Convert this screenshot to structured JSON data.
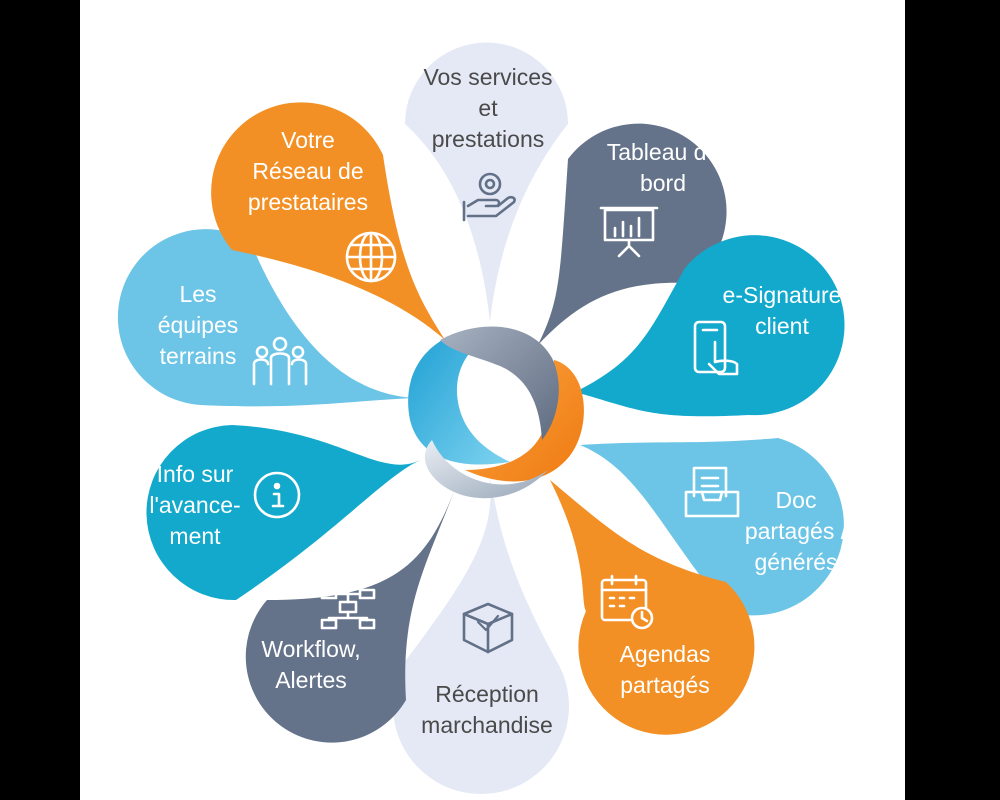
{
  "petals": [
    {
      "id": "services",
      "label": "Vos services\net\nprestations",
      "icon": "hand-service-icon",
      "color": "#e4e9f5",
      "text_color": "#4a4a4a"
    },
    {
      "id": "tableau",
      "label": "Tableau de\nbord",
      "icon": "presentation-chart-icon",
      "color": "#65738a",
      "text_color": "#ffffff"
    },
    {
      "id": "esignature",
      "label": "e-Signature\nclient",
      "icon": "touch-phone-icon",
      "color": "#12a9cc",
      "text_color": "#ffffff"
    },
    {
      "id": "docs",
      "label": "Doc\npartagés /\ngénérés",
      "icon": "document-tray-icon",
      "color": "#6cc5e6",
      "text_color": "#ffffff"
    },
    {
      "id": "agendas",
      "label": "Agendas\npartagés",
      "icon": "calendar-clock-icon",
      "color": "#f39025",
      "text_color": "#ffffff"
    },
    {
      "id": "reception",
      "label": "Réception\nmarchandise",
      "icon": "package-box-icon",
      "color": "#e4e9f5",
      "text_color": "#4a4a4a"
    },
    {
      "id": "workflow",
      "label": "Workflow,\nAlertes",
      "icon": "flowchart-icon",
      "color": "#65738a",
      "text_color": "#ffffff"
    },
    {
      "id": "info",
      "label": "Info sur\nl'avance-\nment",
      "icon": "info-icon",
      "color": "#12a9cc",
      "text_color": "#ffffff"
    },
    {
      "id": "equipes",
      "label": "Les\néquipes\nterrains",
      "icon": "team-people-icon",
      "color": "#6cc5e6",
      "text_color": "#ffffff"
    },
    {
      "id": "reseau",
      "label": "Votre\nRéseau de\nprestataires",
      "icon": "globe-icon",
      "color": "#f39025",
      "text_color": "#ffffff"
    }
  ],
  "hub_colors": {
    "blue": "#3cb4df",
    "orange": "#f68b1f",
    "slate": "#7a869a",
    "silver": "#b8c4d2"
  }
}
